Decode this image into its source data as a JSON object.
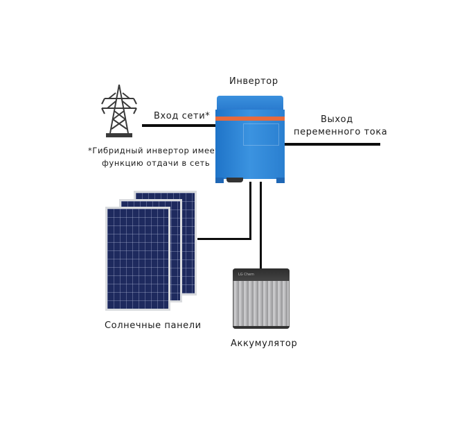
{
  "labels": {
    "inverter": "Инвертор",
    "grid_input": "Вход сети*",
    "ac_output_line1": "Выход",
    "ac_output_line2": "переменного тока",
    "hybrid_note_line1": "*Гибридный инвертор имеет",
    "hybrid_note_line2": "функцию отдачи в сеть",
    "solar_panels": "Солнечные панели",
    "battery": "Аккумулятор"
  },
  "icons": {
    "grid": "power-tower-icon",
    "inverter": "inverter-icon",
    "solar": "solar-panel-icon",
    "battery": "battery-icon"
  },
  "colors": {
    "inverter_blue": "#2a7fd0",
    "inverter_stripe": "#e76a3c",
    "solar_cell": "#1e2a5e",
    "line": "#0d0d0d"
  }
}
